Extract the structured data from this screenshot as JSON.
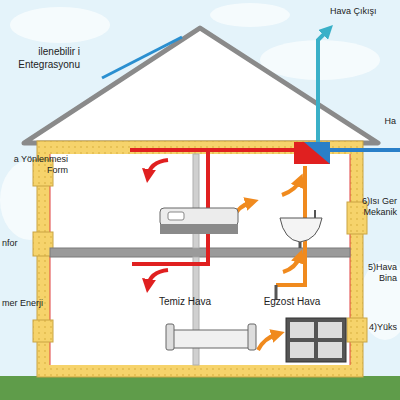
{
  "diagram": {
    "labels": [
      "ilenebilir i Entegrasyonu",
      "Hava Çıkışı",
      "Ha",
      "a Yönlenmesi Form",
      "6)Isı Ger Mekanik",
      "nfor",
      "5)Hava Bina",
      "Temiz Hava",
      "Egzost Hava",
      "mer Enerji",
      "4)Yüks"
    ]
  }
}
